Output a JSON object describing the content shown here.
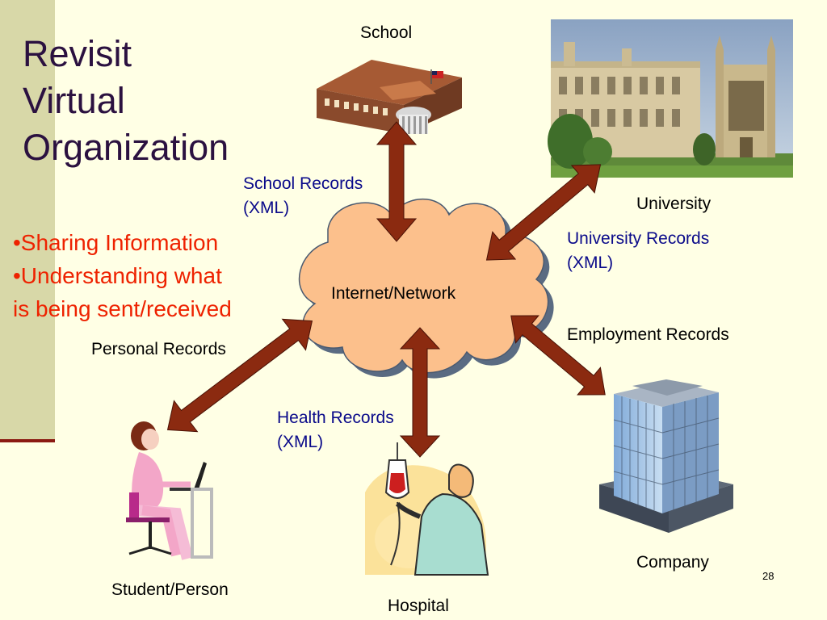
{
  "title": {
    "line1": "Revisit",
    "line2": "Virtual",
    "line3": "Organization"
  },
  "bullets": [
    "•Sharing Information",
    "•Understanding what",
    "is being sent/received"
  ],
  "network_label": "Internet/Network",
  "nodes": {
    "school": "School",
    "university": "University",
    "company": "Company",
    "hospital": "Hospital",
    "student": "Student/Person"
  },
  "records": {
    "school": {
      "line1": "School Records",
      "line2": "(XML)"
    },
    "university": {
      "line1": "University Records",
      "line2": "(XML)"
    },
    "employment": "Employment Records",
    "health": {
      "line1": "Health Records",
      "line2": "(XML)"
    },
    "personal": "Personal Records"
  },
  "page_number": "28",
  "colors": {
    "background": "#ffffe5",
    "sidebar": "#d8d8a8",
    "title": "#2b1140",
    "bullets": "#ee2200",
    "records": "#0a0a8a",
    "cloud": "#fcc08c",
    "arrow": "#8b2a10"
  }
}
